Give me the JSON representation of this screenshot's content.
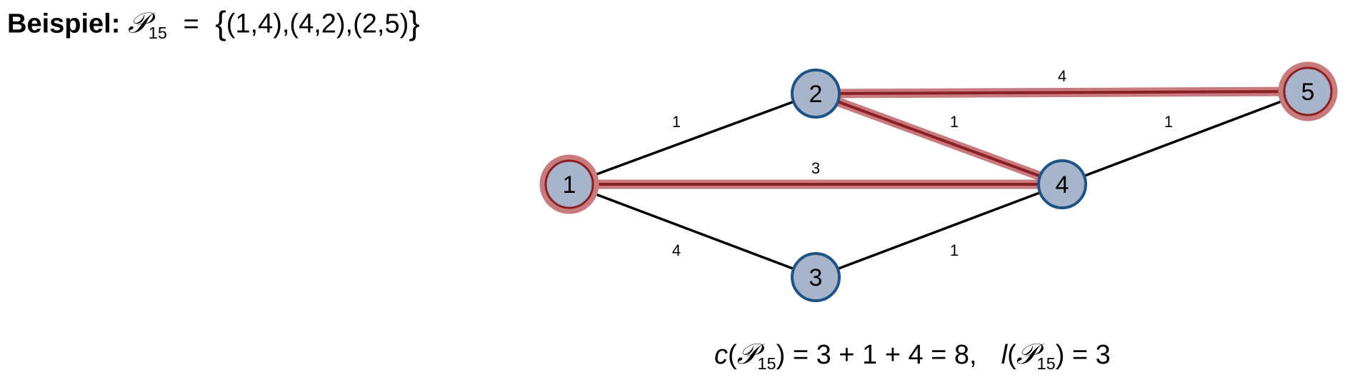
{
  "heading": {
    "label": "Beispiel:",
    "set_symbol": "𝒫",
    "set_index": "15",
    "equals": "=",
    "open_brace": "{",
    "set_members": "(1,4),(4,2),(2,5)",
    "close_brace": "}"
  },
  "graph": {
    "nodes": [
      {
        "id": "1",
        "label": "1",
        "on_path": true
      },
      {
        "id": "2",
        "label": "2",
        "on_path": false
      },
      {
        "id": "3",
        "label": "3",
        "on_path": false
      },
      {
        "id": "4",
        "label": "4",
        "on_path": false
      },
      {
        "id": "5",
        "label": "5",
        "on_path": true
      }
    ],
    "edges": [
      {
        "from": "1",
        "to": "2",
        "weight": "1",
        "on_path": false
      },
      {
        "from": "1",
        "to": "4",
        "weight": "3",
        "on_path": true
      },
      {
        "from": "1",
        "to": "3",
        "weight": "4",
        "on_path": false
      },
      {
        "from": "2",
        "to": "4",
        "weight": "1",
        "on_path": true
      },
      {
        "from": "2",
        "to": "5",
        "weight": "4",
        "on_path": true
      },
      {
        "from": "3",
        "to": "4",
        "weight": "1",
        "on_path": false
      },
      {
        "from": "4",
        "to": "5",
        "weight": "1",
        "on_path": false
      }
    ],
    "colors": {
      "node_fill": "#a8b4c9",
      "node_stroke": "#1d5485",
      "path_highlight": "#c87a7c",
      "path_core": "#8a1f24",
      "edge": "#000000"
    }
  },
  "summary": {
    "cost_fn": "c",
    "cost_expr": "= 3 + 1 + 4 = 8,",
    "length_fn": "l",
    "length_expr": "= 3",
    "set_symbol": "𝒫",
    "set_index": "15"
  }
}
